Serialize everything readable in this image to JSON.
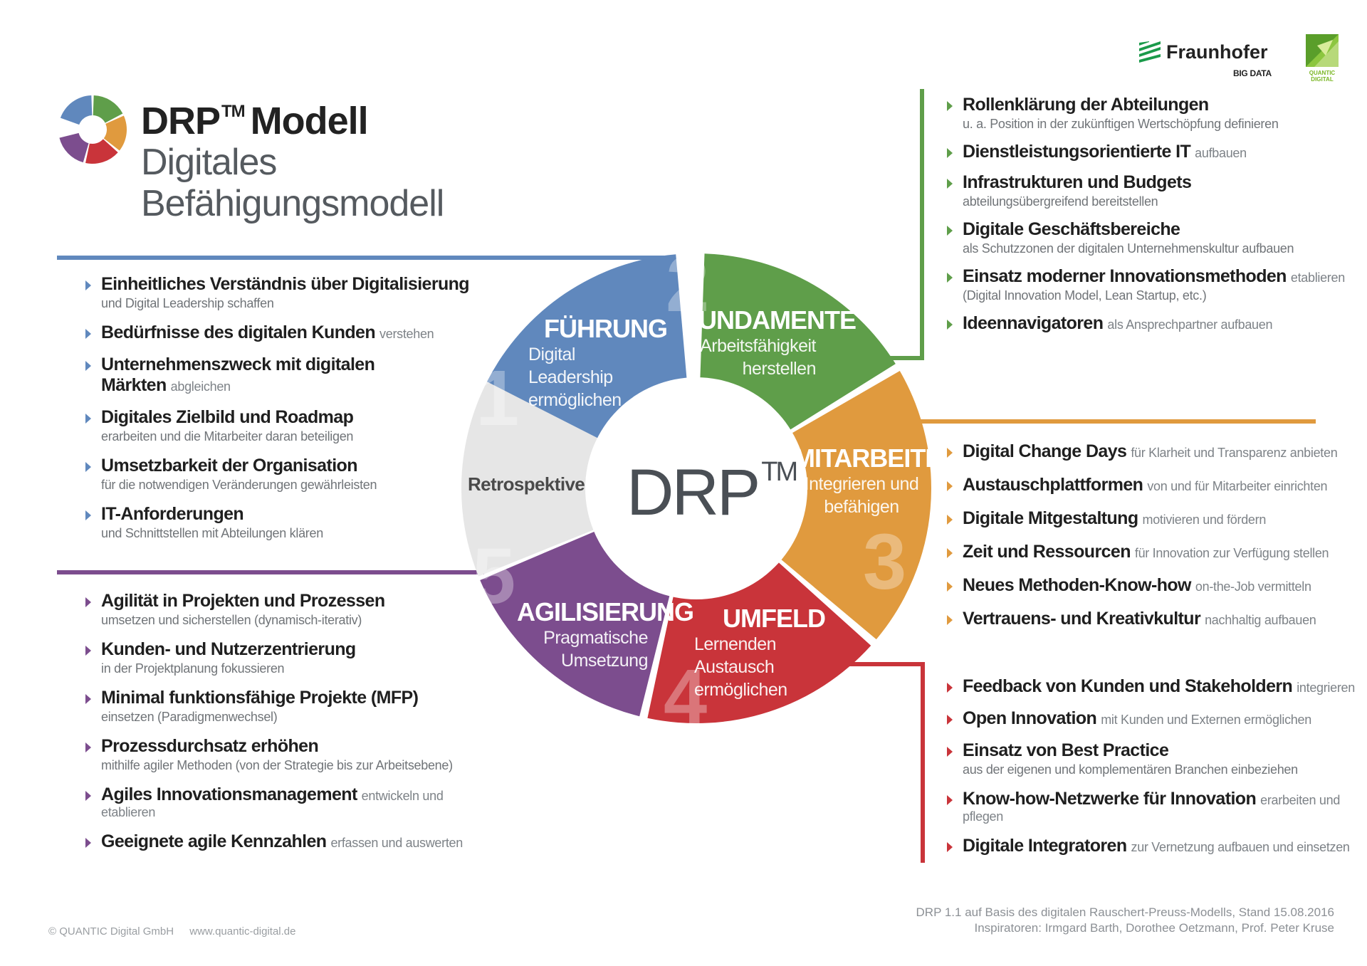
{
  "title": {
    "line1": "DRP",
    "tm": "TM",
    "line1_rest": "Modell",
    "line2": "Digitales Befähigungsmodell"
  },
  "logos": {
    "fraunhofer": {
      "name": "Fraunhofer",
      "sub": "BIG DATA",
      "color": "#1a9a4a"
    },
    "quantic": {
      "line1": "QUANTIC",
      "line2": "DIGITAL",
      "color": "#7ab624"
    }
  },
  "colors": {
    "fuehrung": "#6088bd",
    "fundamente": "#5f9e4a",
    "mitarbeiter": "#e09a3e",
    "umfeld": "#c9343a",
    "agilisierung": "#7c4d8e",
    "retrospektive": "#e6e6e6"
  },
  "wheel": {
    "center": {
      "label": "DRP",
      "tm": "TM"
    },
    "retro": "Retrospektive",
    "segments": [
      {
        "key": "fuehrung",
        "number": "1",
        "heading": "FÜHRUNG",
        "sub1": "Digital Leadership",
        "sub2": "ermöglichen"
      },
      {
        "key": "fundamente",
        "number": "2",
        "heading": "FUNDAMENTE",
        "sub1": "Arbeitsfähigkeit",
        "sub2": "herstellen"
      },
      {
        "key": "mitarbeiter",
        "number": "3",
        "heading": "MITARBEITER",
        "sub1": "Integrieren und",
        "sub2": "befähigen"
      },
      {
        "key": "umfeld",
        "number": "4",
        "heading": "UMFELD",
        "sub1": "Lernenden Austausch",
        "sub2": "ermöglichen"
      },
      {
        "key": "agilisierung",
        "number": "5",
        "heading": "AGILISIERUNG",
        "sub1": "Pragmatische",
        "sub2": "Umsetzung"
      }
    ]
  },
  "lists": {
    "fuehrung": [
      {
        "main": "Einheitliches Verständnis über Digitalisierung",
        "sfx": "",
        "sub": "und Digital Leadership schaffen"
      },
      {
        "main": "Bedürfnisse des digitalen Kunden",
        "sfx": "verstehen",
        "sub": ""
      },
      {
        "main": "Unternehmenszweck mit digitalen Märkten",
        "sfx": "abgleichen",
        "sub": ""
      },
      {
        "main": "Digitales Zielbild und Roadmap",
        "sfx": "",
        "sub": "erarbeiten und die Mitarbeiter daran beteiligen"
      },
      {
        "main": "Umsetzbarkeit der Organisation",
        "sfx": "",
        "sub": "für die notwendigen Veränderungen gewährleisten"
      },
      {
        "main": "IT-Anforderungen",
        "sfx": "",
        "sub": "und Schnittstellen mit Abteilungen klären"
      }
    ],
    "agilisierung": [
      {
        "main": "Agilität in Projekten und Prozessen",
        "sfx": "",
        "sub": "umsetzen und sicherstellen (dynamisch-iterativ)"
      },
      {
        "main": "Kunden- und Nutzerzentrierung",
        "sfx": "",
        "sub": "in der Projektplanung fokussieren"
      },
      {
        "main": "Minimal funktionsfähige Projekte (MFP)",
        "sfx": "",
        "sub": "einsetzen (Paradigmenwechsel)"
      },
      {
        "main": "Prozessdurchsatz erhöhen",
        "sfx": "",
        "sub": "mithilfe agiler Methoden (von der Strategie bis zur Arbeitsebene)"
      },
      {
        "main": "Agiles Innovationsmanagement",
        "sfx": "entwickeln und etablieren",
        "sub": ""
      },
      {
        "main": "Geeignete agile Kennzahlen",
        "sfx": "erfassen und auswerten",
        "sub": ""
      }
    ],
    "fundamente": [
      {
        "main": "Rollenklärung der Abteilungen",
        "sfx": "",
        "sub": "u. a. Position in der zukünftigen Wertschöpfung definieren"
      },
      {
        "main": "Dienstleistungsorientierte IT",
        "sfx": "aufbauen",
        "sub": ""
      },
      {
        "main": "Infrastrukturen und Budgets",
        "sfx": "",
        "sub": "abteilungsübergreifend bereitstellen"
      },
      {
        "main": "Digitale Geschäftsbereiche",
        "sfx": "",
        "sub": "als Schutzzonen der digitalen Unternehmenskultur aufbauen"
      },
      {
        "main": "Einsatz moderner Innovationsmethoden",
        "sfx": "etablieren",
        "sub": "(Digital Innovation Model, Lean Startup, etc.)"
      },
      {
        "main": "Ideennavigatoren",
        "sfx": "als Ansprechpartner aufbauen",
        "sub": ""
      }
    ],
    "mitarbeiter": [
      {
        "main": "Digital Change Days",
        "sfx": "für Klarheit und Transparenz anbieten",
        "sub": ""
      },
      {
        "main": "Austauschplattformen",
        "sfx": "von und für Mitarbeiter einrichten",
        "sub": ""
      },
      {
        "main": "Digitale Mitgestaltung",
        "sfx": "motivieren und fördern",
        "sub": ""
      },
      {
        "main": "Zeit und Ressourcen",
        "sfx": "für Innovation zur Verfügung stellen",
        "sub": ""
      },
      {
        "main": "Neues Methoden-Know-how",
        "sfx": "on-the-Job vermitteln",
        "sub": ""
      },
      {
        "main": "Vertrauens- und Kreativkultur",
        "sfx": "nachhaltig aufbauen",
        "sub": ""
      }
    ],
    "umfeld": [
      {
        "main": "Feedback von Kunden und Stakeholdern",
        "sfx": "integrieren",
        "sub": ""
      },
      {
        "main": "Open Innovation",
        "sfx": "mit Kunden und Externen ermöglichen",
        "sub": ""
      },
      {
        "main": "Einsatz von Best Practice",
        "sfx": "",
        "sub": "aus der eigenen und komplementären Branchen einbeziehen"
      },
      {
        "main": "Know-how-Netzwerke für Innovation",
        "sfx": "erarbeiten und pflegen",
        "sub": ""
      },
      {
        "main": "Digitale Integratoren",
        "sfx": "zur Vernetzung aufbauen und einsetzen",
        "sub": ""
      }
    ]
  },
  "footer": {
    "copyright": "© QUANTIC Digital GmbH",
    "url": "www.quantic-digital.de",
    "line1": "DRP 1.1 auf Basis des digitalen Rauschert-Preuss-Modells, Stand 15.08.2016",
    "line2": "Inspiratoren: Irmgard Barth, Dorothee Oetzmann, Prof. Peter Kruse"
  }
}
